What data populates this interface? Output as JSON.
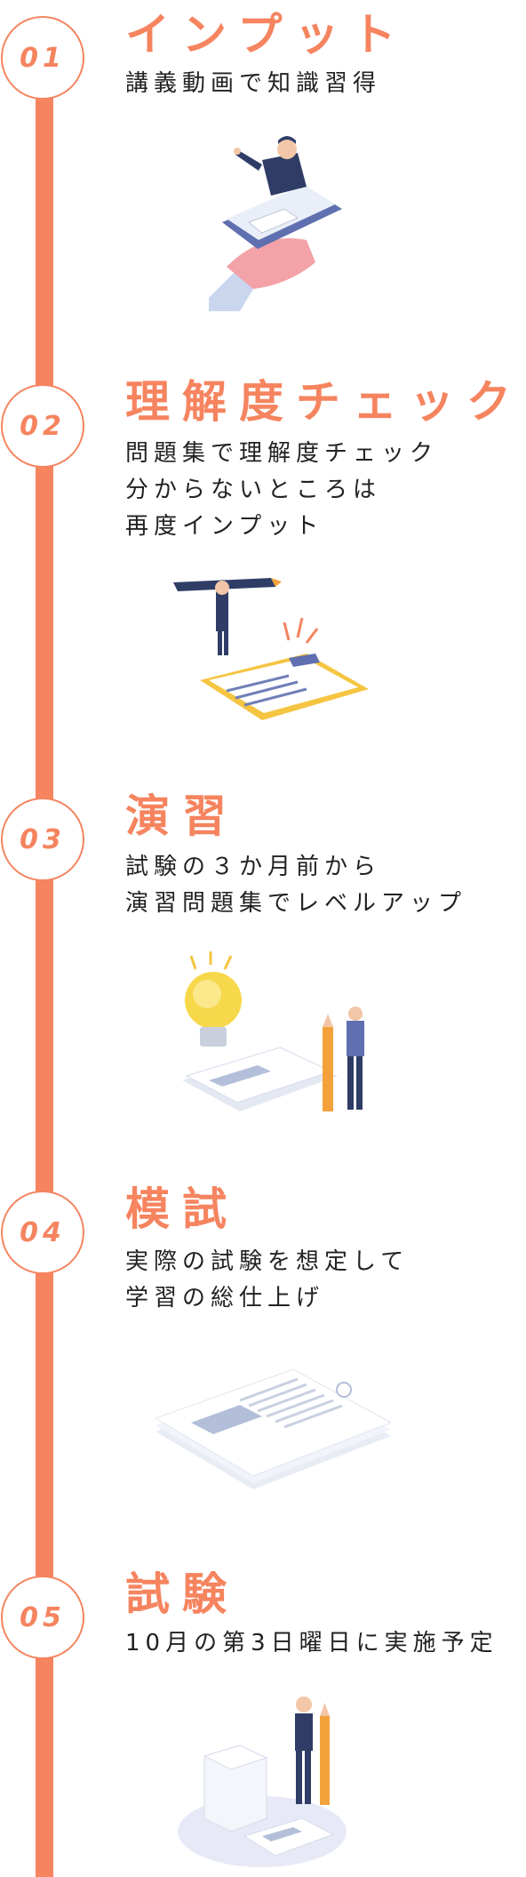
{
  "steps": [
    {
      "number": "01",
      "title": "インプット",
      "lines": [
        "講義動画で知識習得"
      ],
      "illustration": "video-lecture-phone-illustration"
    },
    {
      "number": "02",
      "title": "理解度チェック",
      "lines": [
        "問題集で理解度チェック",
        "分からないところは",
        "再度インプット"
      ],
      "illustration": "checklist-clipboard-illustration"
    },
    {
      "number": "03",
      "title": "演習",
      "lines": [
        "試験の３か月前から",
        "演習問題集でレベルアップ"
      ],
      "illustration": "lightbulb-idea-illustration"
    },
    {
      "number": "04",
      "title": "模試",
      "lines": [
        "実際の試験を想定して",
        "学習の総仕上げ"
      ],
      "illustration": "document-stack-illustration"
    },
    {
      "number": "05",
      "title": "試験",
      "lines": [
        "10月の第3日曜日に実施予定"
      ],
      "illustration": "exam-day-illustration"
    }
  ],
  "colors": {
    "accent": "#f5845f",
    "text": "#222222"
  }
}
